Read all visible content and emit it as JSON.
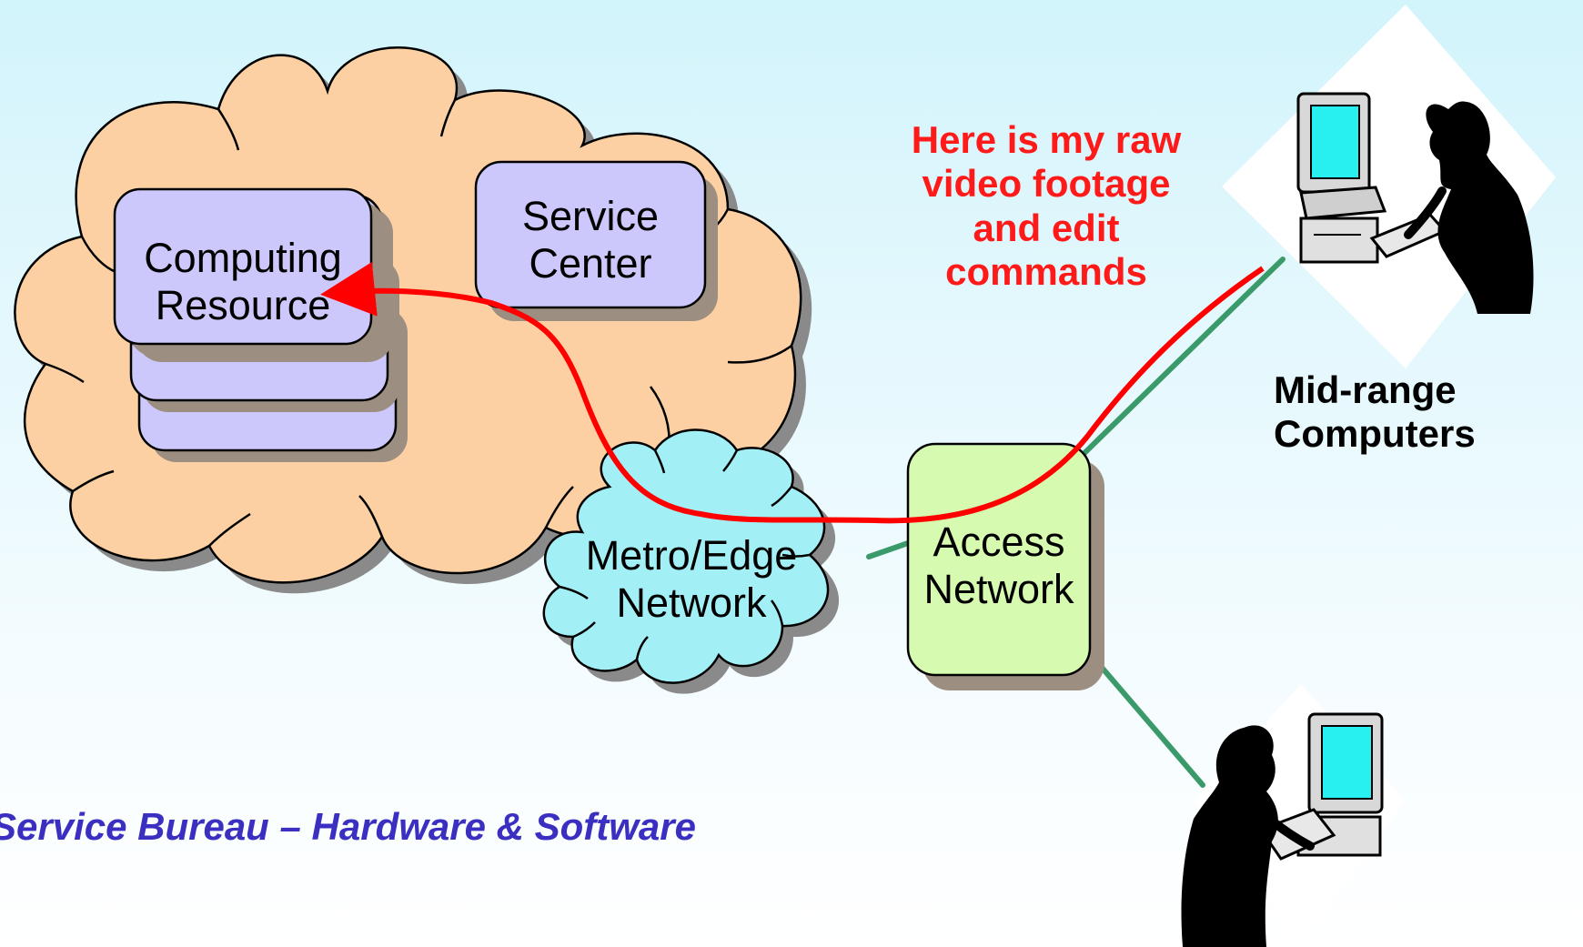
{
  "nodes": {
    "computing_resource": "Computing\nResource",
    "service_center": "Service\nCenter",
    "metro_edge_network": "Metro/Edge\nNetwork",
    "access_network": "Access\nNetwork"
  },
  "annotation": "Here is my raw\nvideo footage\nand edit\ncommands",
  "user_label": "Mid-range\nComputers",
  "caption": "Service Bureau – Hardware & Software",
  "colors": {
    "cloud_fill": "#fcd0a2",
    "box_fill": "#ccc8fb",
    "metro_fill": "#a2f0f6",
    "access_fill": "#d6fbb0",
    "red_path": "#ff0000",
    "green_link": "#3a9a6a",
    "caption": "#3a2fc0"
  }
}
